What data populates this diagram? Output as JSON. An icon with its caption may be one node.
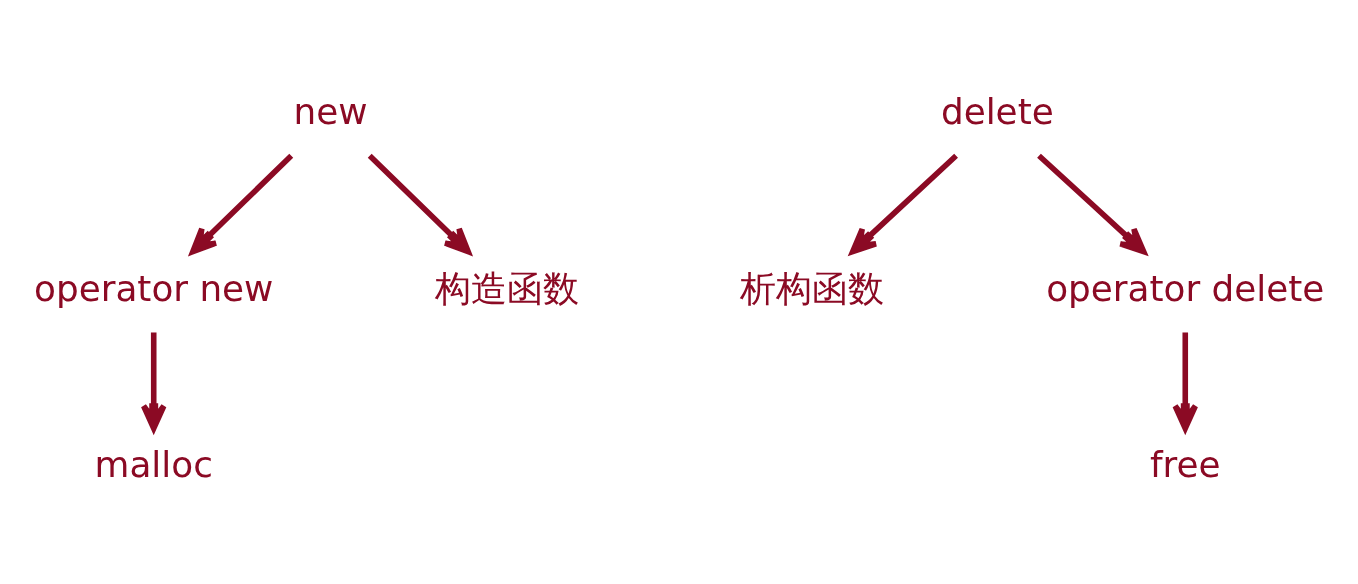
{
  "diagram": {
    "nodes": [
      {
        "text": [
          "new"
        ]
      },
      {
        "text": [
          "operator new"
        ]
      },
      {
        "text": [
          "构造函数"
        ]
      },
      {
        "text": [
          "malloc"
        ]
      },
      {
        "text": [
          "delete"
        ]
      },
      {
        "text": [
          "析构函数"
        ]
      },
      {
        "text": [
          "operator delete"
        ]
      },
      {
        "text": [
          "free"
        ]
      }
    ],
    "edges": [
      {
        "from": 0,
        "to": 1,
        "arrow": "to"
      },
      {
        "from": 0,
        "to": 2,
        "arrow": "to"
      },
      {
        "from": 1,
        "to": 3,
        "arrow": "to"
      },
      {
        "from": 4,
        "to": 5,
        "arrow": "to"
      },
      {
        "from": 4,
        "to": 6,
        "arrow": "to"
      },
      {
        "from": 6,
        "to": 7,
        "arrow": "to"
      }
    ]
  }
}
